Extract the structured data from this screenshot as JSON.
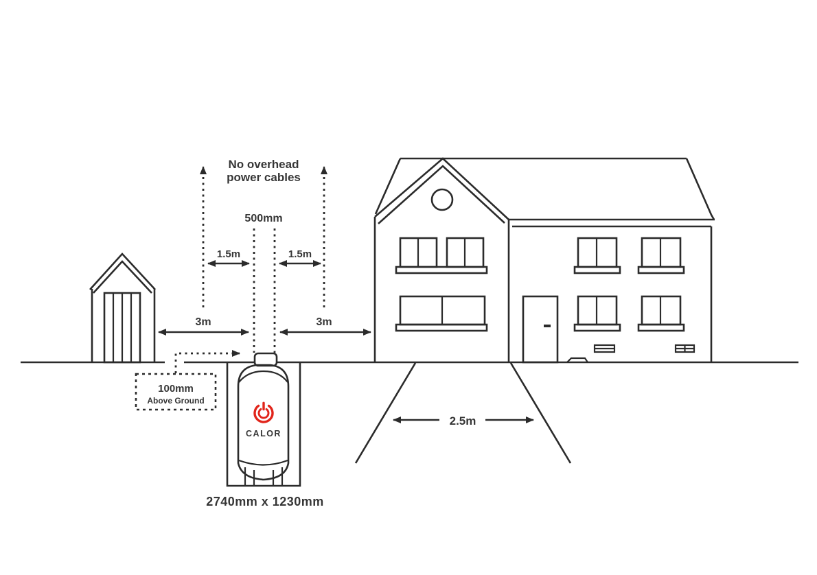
{
  "diagram": {
    "colors": {
      "background": "#ffffff",
      "line": "#2b2b2b",
      "text": "#363636",
      "brand_red": "#e1251b"
    },
    "annotations": {
      "overhead_line1": "No overhead",
      "overhead_line2": "power cables",
      "valve_clearance": "500mm",
      "left_inner_clearance": "1.5m",
      "right_inner_clearance": "1.5m",
      "left_clearance": "3m",
      "right_clearance": "3m",
      "above_ground_line1": "100mm",
      "above_ground_line2": "Above Ground",
      "path_width": "2.5m",
      "tank_size": "2740mm x 1230mm"
    },
    "tank": {
      "brand": "CALOR"
    }
  }
}
